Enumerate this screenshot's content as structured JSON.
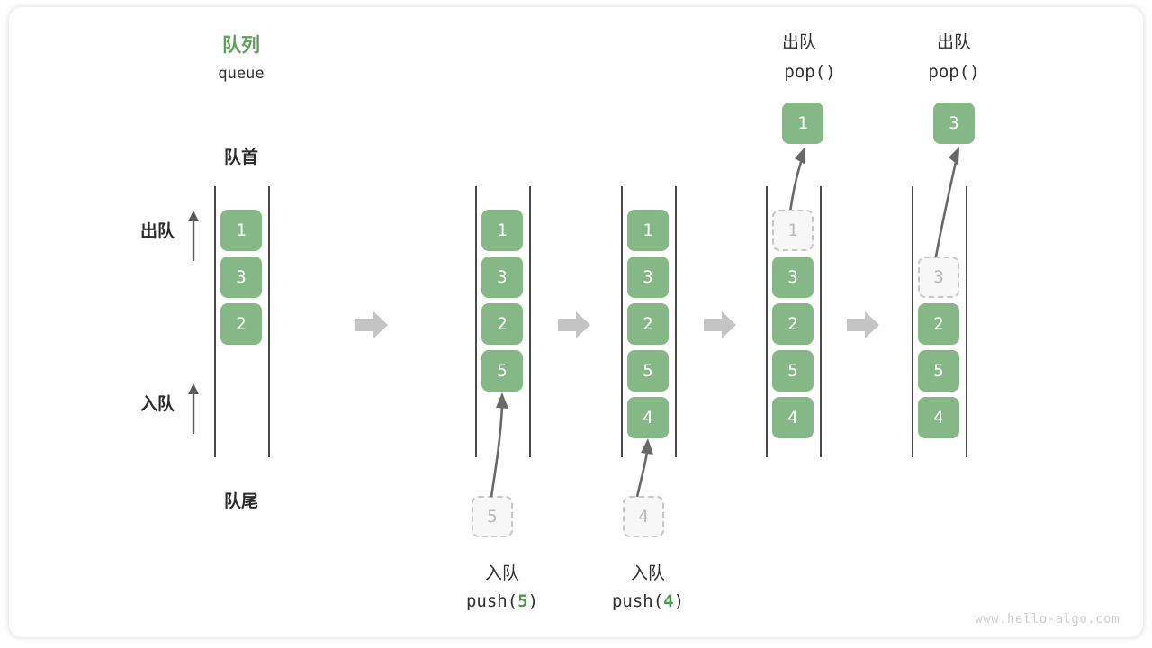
{
  "diagram": {
    "title_cn": "队列",
    "title_code": "queue",
    "front_label": "队首",
    "rear_label": "队尾",
    "dequeue_label": "出队",
    "enqueue_label": "入队",
    "watermark": "www.hello-algo.com",
    "colors": {
      "accent_green": "#59a257",
      "cell_green": "#86b887",
      "ghost_fill": "#f7f7f7",
      "ghost_border": "#c6c6c6",
      "rail": "#4a4a4a",
      "flow_arrow": "#c4c4c4",
      "text": "#2f2f2f"
    },
    "stages": [
      {
        "name": "initial",
        "cells": [
          {
            "value": "1",
            "state": "filled"
          },
          {
            "value": "3",
            "state": "filled"
          },
          {
            "value": "2",
            "state": "filled"
          }
        ]
      },
      {
        "name": "after-push-5",
        "cells": [
          {
            "value": "1",
            "state": "filled"
          },
          {
            "value": "3",
            "state": "filled"
          },
          {
            "value": "2",
            "state": "filled"
          },
          {
            "value": "5",
            "state": "filled"
          }
        ],
        "incoming": {
          "value": "5",
          "state": "ghost"
        },
        "caption_cn": "入队",
        "caption_code_pre": "push(",
        "caption_code_num": "5",
        "caption_code_post": ")"
      },
      {
        "name": "after-push-4",
        "cells": [
          {
            "value": "1",
            "state": "filled"
          },
          {
            "value": "3",
            "state": "filled"
          },
          {
            "value": "2",
            "state": "filled"
          },
          {
            "value": "5",
            "state": "filled"
          },
          {
            "value": "4",
            "state": "filled"
          }
        ],
        "incoming": {
          "value": "4",
          "state": "ghost"
        },
        "caption_cn": "入队",
        "caption_code_pre": "push(",
        "caption_code_num": "4",
        "caption_code_post": ")"
      },
      {
        "name": "after-pop-1",
        "cells": [
          {
            "value": "1",
            "state": "ghost"
          },
          {
            "value": "3",
            "state": "filled"
          },
          {
            "value": "2",
            "state": "filled"
          },
          {
            "value": "5",
            "state": "filled"
          },
          {
            "value": "4",
            "state": "filled"
          }
        ],
        "popped": {
          "value": "1",
          "state": "filled"
        },
        "header_cn": "出队",
        "header_code": "pop()"
      },
      {
        "name": "after-pop-3",
        "cells": [
          {
            "value": "",
            "state": "empty"
          },
          {
            "value": "3",
            "state": "ghost"
          },
          {
            "value": "2",
            "state": "filled"
          },
          {
            "value": "5",
            "state": "filled"
          },
          {
            "value": "4",
            "state": "filled"
          }
        ],
        "popped": {
          "value": "3",
          "state": "filled"
        },
        "header_cn": "出队",
        "header_code": "pop()"
      }
    ]
  }
}
